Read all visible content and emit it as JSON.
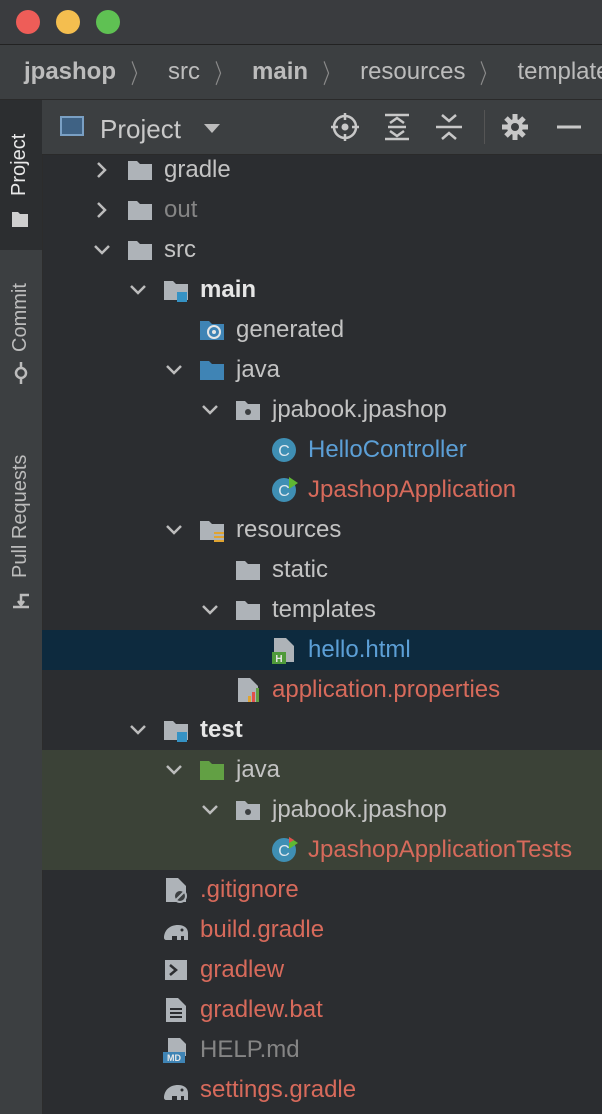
{
  "breadcrumb": [
    "jpashop",
    "src",
    "main",
    "resources",
    "templates"
  ],
  "sidebar": {
    "tabs": [
      "Project",
      "Commit",
      "Pull Requests"
    ]
  },
  "panel": {
    "title": "Project"
  },
  "tree": [
    {
      "label": "gradle",
      "depth": 1,
      "chevron": "right",
      "icon": "folder-icon",
      "color": "norm"
    },
    {
      "label": "out",
      "depth": 1,
      "chevron": "right",
      "icon": "folder-icon",
      "color": "dim"
    },
    {
      "label": "src",
      "depth": 1,
      "chevron": "down",
      "icon": "folder-icon",
      "color": "norm"
    },
    {
      "label": "main",
      "depth": 2,
      "chevron": "down",
      "icon": "source-root-folder-icon",
      "color": "bold"
    },
    {
      "label": "generated",
      "depth": 3,
      "chevron": "none",
      "icon": "generated-folder-icon",
      "color": "norm"
    },
    {
      "label": "java",
      "depth": 3,
      "chevron": "down",
      "icon": "java-source-folder-icon",
      "color": "norm"
    },
    {
      "label": "jpabook.jpashop",
      "depth": 4,
      "chevron": "down",
      "icon": "package-icon",
      "color": "norm"
    },
    {
      "label": "HelloController",
      "depth": 5,
      "chevron": "none",
      "icon": "class-icon",
      "color": "blue"
    },
    {
      "label": "JpashopApplication",
      "depth": 5,
      "chevron": "none",
      "icon": "runnable-class-icon",
      "color": "red"
    },
    {
      "label": "resources",
      "depth": 3,
      "chevron": "down",
      "icon": "resources-folder-icon",
      "color": "norm"
    },
    {
      "label": "static",
      "depth": 4,
      "chevron": "none",
      "icon": "folder-icon",
      "color": "norm"
    },
    {
      "label": "templates",
      "depth": 4,
      "chevron": "down",
      "icon": "folder-icon",
      "color": "norm"
    },
    {
      "label": "hello.html",
      "depth": 5,
      "chevron": "none",
      "icon": "html-file-icon",
      "color": "blue",
      "selected": true
    },
    {
      "label": "application.properties",
      "depth": 4,
      "chevron": "none",
      "icon": "properties-file-icon",
      "color": "red"
    },
    {
      "label": "test",
      "depth": 2,
      "chevron": "down",
      "icon": "test-root-folder-icon",
      "color": "bold"
    },
    {
      "label": "java",
      "depth": 3,
      "chevron": "down",
      "icon": "test-source-folder-icon",
      "color": "norm",
      "test": true
    },
    {
      "label": "jpabook.jpashop",
      "depth": 4,
      "chevron": "down",
      "icon": "package-icon",
      "color": "norm",
      "test": true
    },
    {
      "label": "JpashopApplicationTests",
      "depth": 5,
      "chevron": "none",
      "icon": "test-class-icon",
      "color": "red",
      "test": true
    },
    {
      "label": ".gitignore",
      "depth": 2,
      "chevron": "none",
      "icon": "ignore-file-icon",
      "color": "red"
    },
    {
      "label": "build.gradle",
      "depth": 2,
      "chevron": "none",
      "icon": "gradle-elephant-icon",
      "color": "red"
    },
    {
      "label": "gradlew",
      "depth": 2,
      "chevron": "none",
      "icon": "shell-script-icon",
      "color": "red"
    },
    {
      "label": "gradlew.bat",
      "depth": 2,
      "chevron": "none",
      "icon": "text-file-icon",
      "color": "red"
    },
    {
      "label": "HELP.md",
      "depth": 2,
      "chevron": "none",
      "icon": "markdown-file-icon",
      "color": "dim"
    },
    {
      "label": "settings.gradle",
      "depth": 2,
      "chevron": "none",
      "icon": "gradle-elephant-icon",
      "color": "red"
    }
  ],
  "colors": {
    "accent": "#3592c4",
    "selected_row": "#0d2a3e",
    "test_row": "#3b4237",
    "modified_red": "#d76a5b",
    "class_blue": "#5c9fd6"
  }
}
